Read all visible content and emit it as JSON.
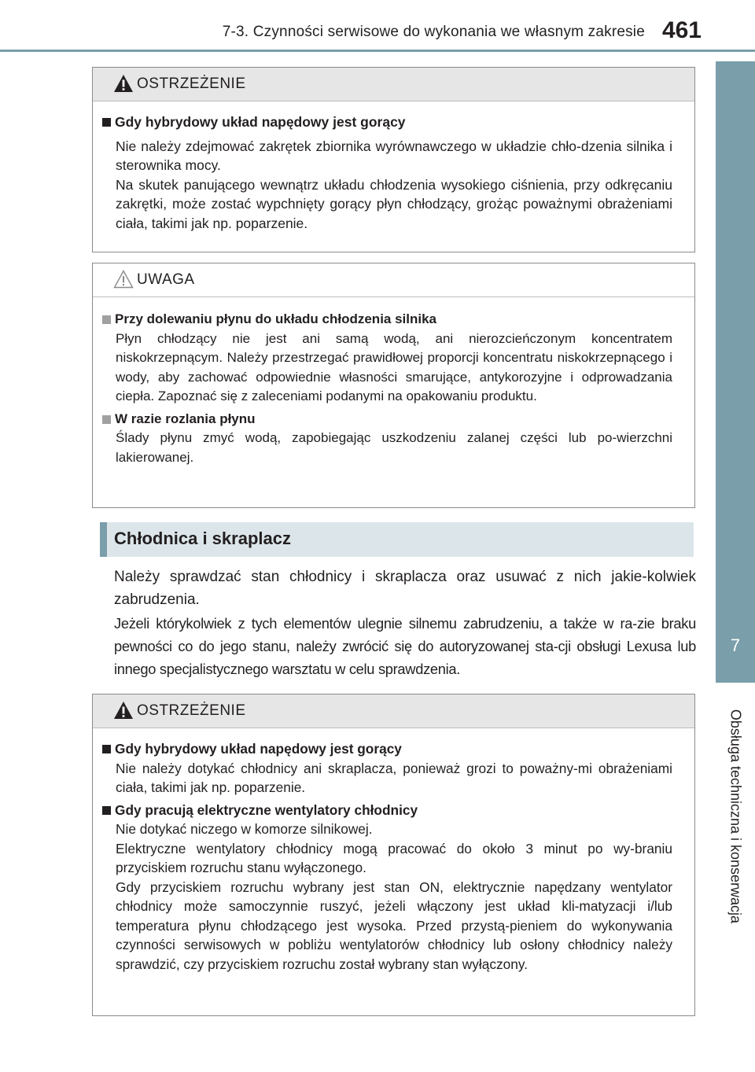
{
  "header": {
    "section_title": "7-3. Czynności serwisowe do wykonania we własnym zakresie",
    "page_number": "461"
  },
  "side_tab": {
    "chapter_number": "7",
    "chapter_title": "Obsługa techniczna i konserwacja"
  },
  "warning1": {
    "label": "OSTRZEŻENIE",
    "items": [
      {
        "title": "Gdy hybrydowy układ napędowy jest gorący",
        "paragraphs": [
          "Nie należy zdejmować zakrętek zbiornika wyrównawczego w układzie chło-dzenia silnika i sterownika mocy.",
          "Na skutek panującego wewnątrz układu chłodzenia wysokiego ciśnienia, przy odkręcaniu zakrętki, może zostać wypchnięty gorący płyn chłodzący, grożąc poważnymi obrażeniami ciała, takimi jak np. poparzenie."
        ]
      }
    ]
  },
  "notice": {
    "label": "UWAGA",
    "items": [
      {
        "title": "Przy dolewaniu płynu do układu chłodzenia silnika",
        "text": "Płyn chłodzący nie jest ani samą wodą, ani nierozcieńczonym koncentratem niskokrzepnącym. Należy przestrzegać prawidłowej proporcji koncentratu niskokrzepnącego i wody, aby zachować odpowiednie własności smarujące, antykorozyjne i odprowadzania ciepła. Zapoznać się z zaleceniami podanymi na opakowaniu produktu."
      },
      {
        "title": "W razie rozlania płynu",
        "text": "Ślady płynu zmyć wodą, zapobiegając uszkodzeniu zalanej części lub po-wierzchni lakierowanej."
      }
    ]
  },
  "section": {
    "title": "Chłodnica i skraplacz",
    "paragraph1": "Należy sprawdzać stan chłodnicy i skraplacza oraz usuwać z nich jakie-kolwiek zabrudzenia.",
    "paragraph2": "Jeżeli którykolwiek z tych elementów ulegnie silnemu zabrudzeniu, a także w ra-zie braku pewności co do jego stanu, należy zwrócić się do autoryzowanej sta-cji obsługi Lexusa lub innego specjalistycznego warsztatu w celu sprawdzenia."
  },
  "warning2": {
    "label": "OSTRZEŻENIE",
    "items": [
      {
        "title": "Gdy hybrydowy układ napędowy jest gorący",
        "paragraphs": [
          "Nie należy dotykać chłodnicy ani skraplacza, ponieważ grozi to poważny-mi obrażeniami ciała, takimi jak np. poparzenie."
        ]
      },
      {
        "title": "Gdy pracują elektryczne wentylatory chłodnicy",
        "paragraphs": [
          "Nie dotykać niczego w komorze silnikowej.",
          "Elektryczne wentylatory chłodnicy mogą pracować do około 3 minut po wy-braniu przyciskiem rozruchu stanu wyłączonego.",
          "Gdy przyciskiem rozruchu wybrany jest stan ON, elektrycznie napędzany wentylator chłodnicy może samoczynnie ruszyć, jeżeli włączony jest układ kli-matyzacji i/lub temperatura płynu chłodzącego jest wysoka. Przed przystą-pieniem do wykonywania czynności serwisowych w pobliżu wentylatorów chłodnicy lub osłony chłodnicy należy sprawdzić, czy przyciskiem rozruchu został wybrany stan wyłączony."
        ]
      }
    ]
  }
}
